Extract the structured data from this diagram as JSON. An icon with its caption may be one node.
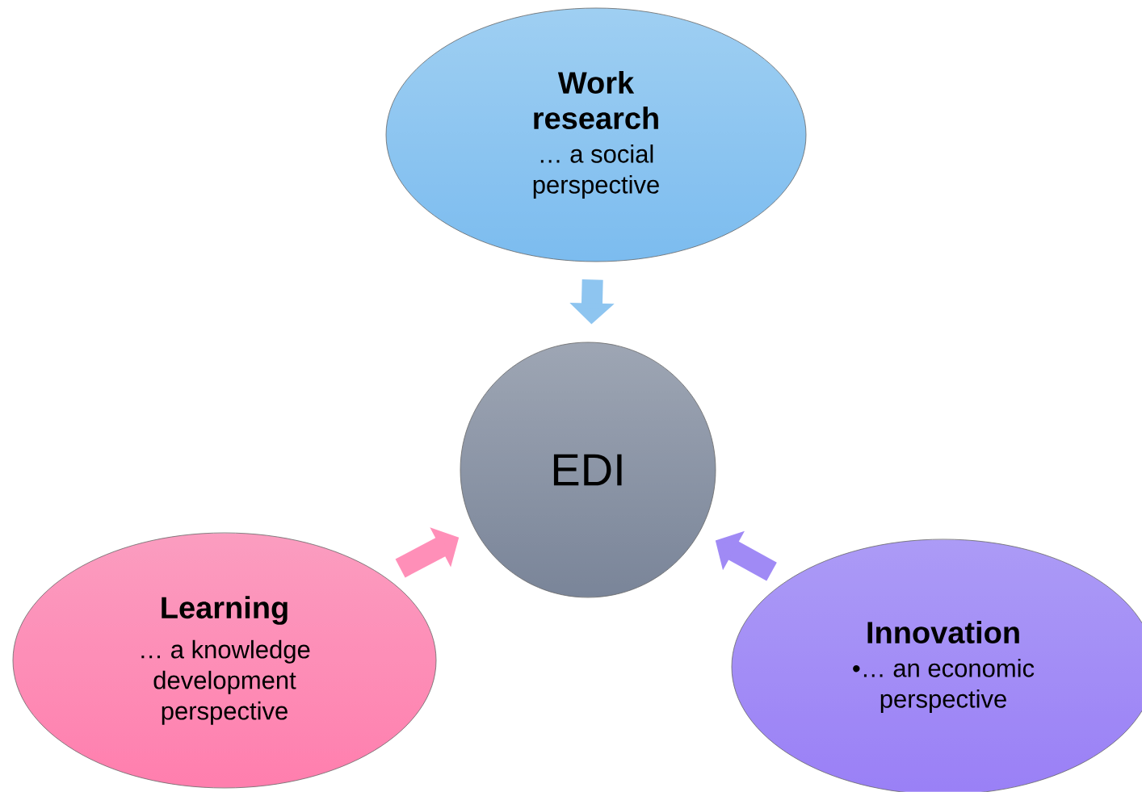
{
  "diagram": {
    "nodes": [
      {
        "text": [
          "Work research",
          "… a social perspective"
        ]
      },
      {
        "text": [
          "EDI"
        ]
      },
      {
        "text": [
          "Learning",
          "… a knowledge development perspective"
        ]
      },
      {
        "text": [
          "Innovation",
          "•… an economic perspective"
        ]
      }
    ],
    "edges": [
      {
        "from": 0,
        "to": 1,
        "arrow": "to",
        "color": "#8ec5f0"
      },
      {
        "from": 2,
        "to": 1,
        "arrow": "to",
        "color": "#ff8fb8"
      },
      {
        "from": 3,
        "to": 1,
        "arrow": "to",
        "color": "#a08af5"
      }
    ]
  }
}
